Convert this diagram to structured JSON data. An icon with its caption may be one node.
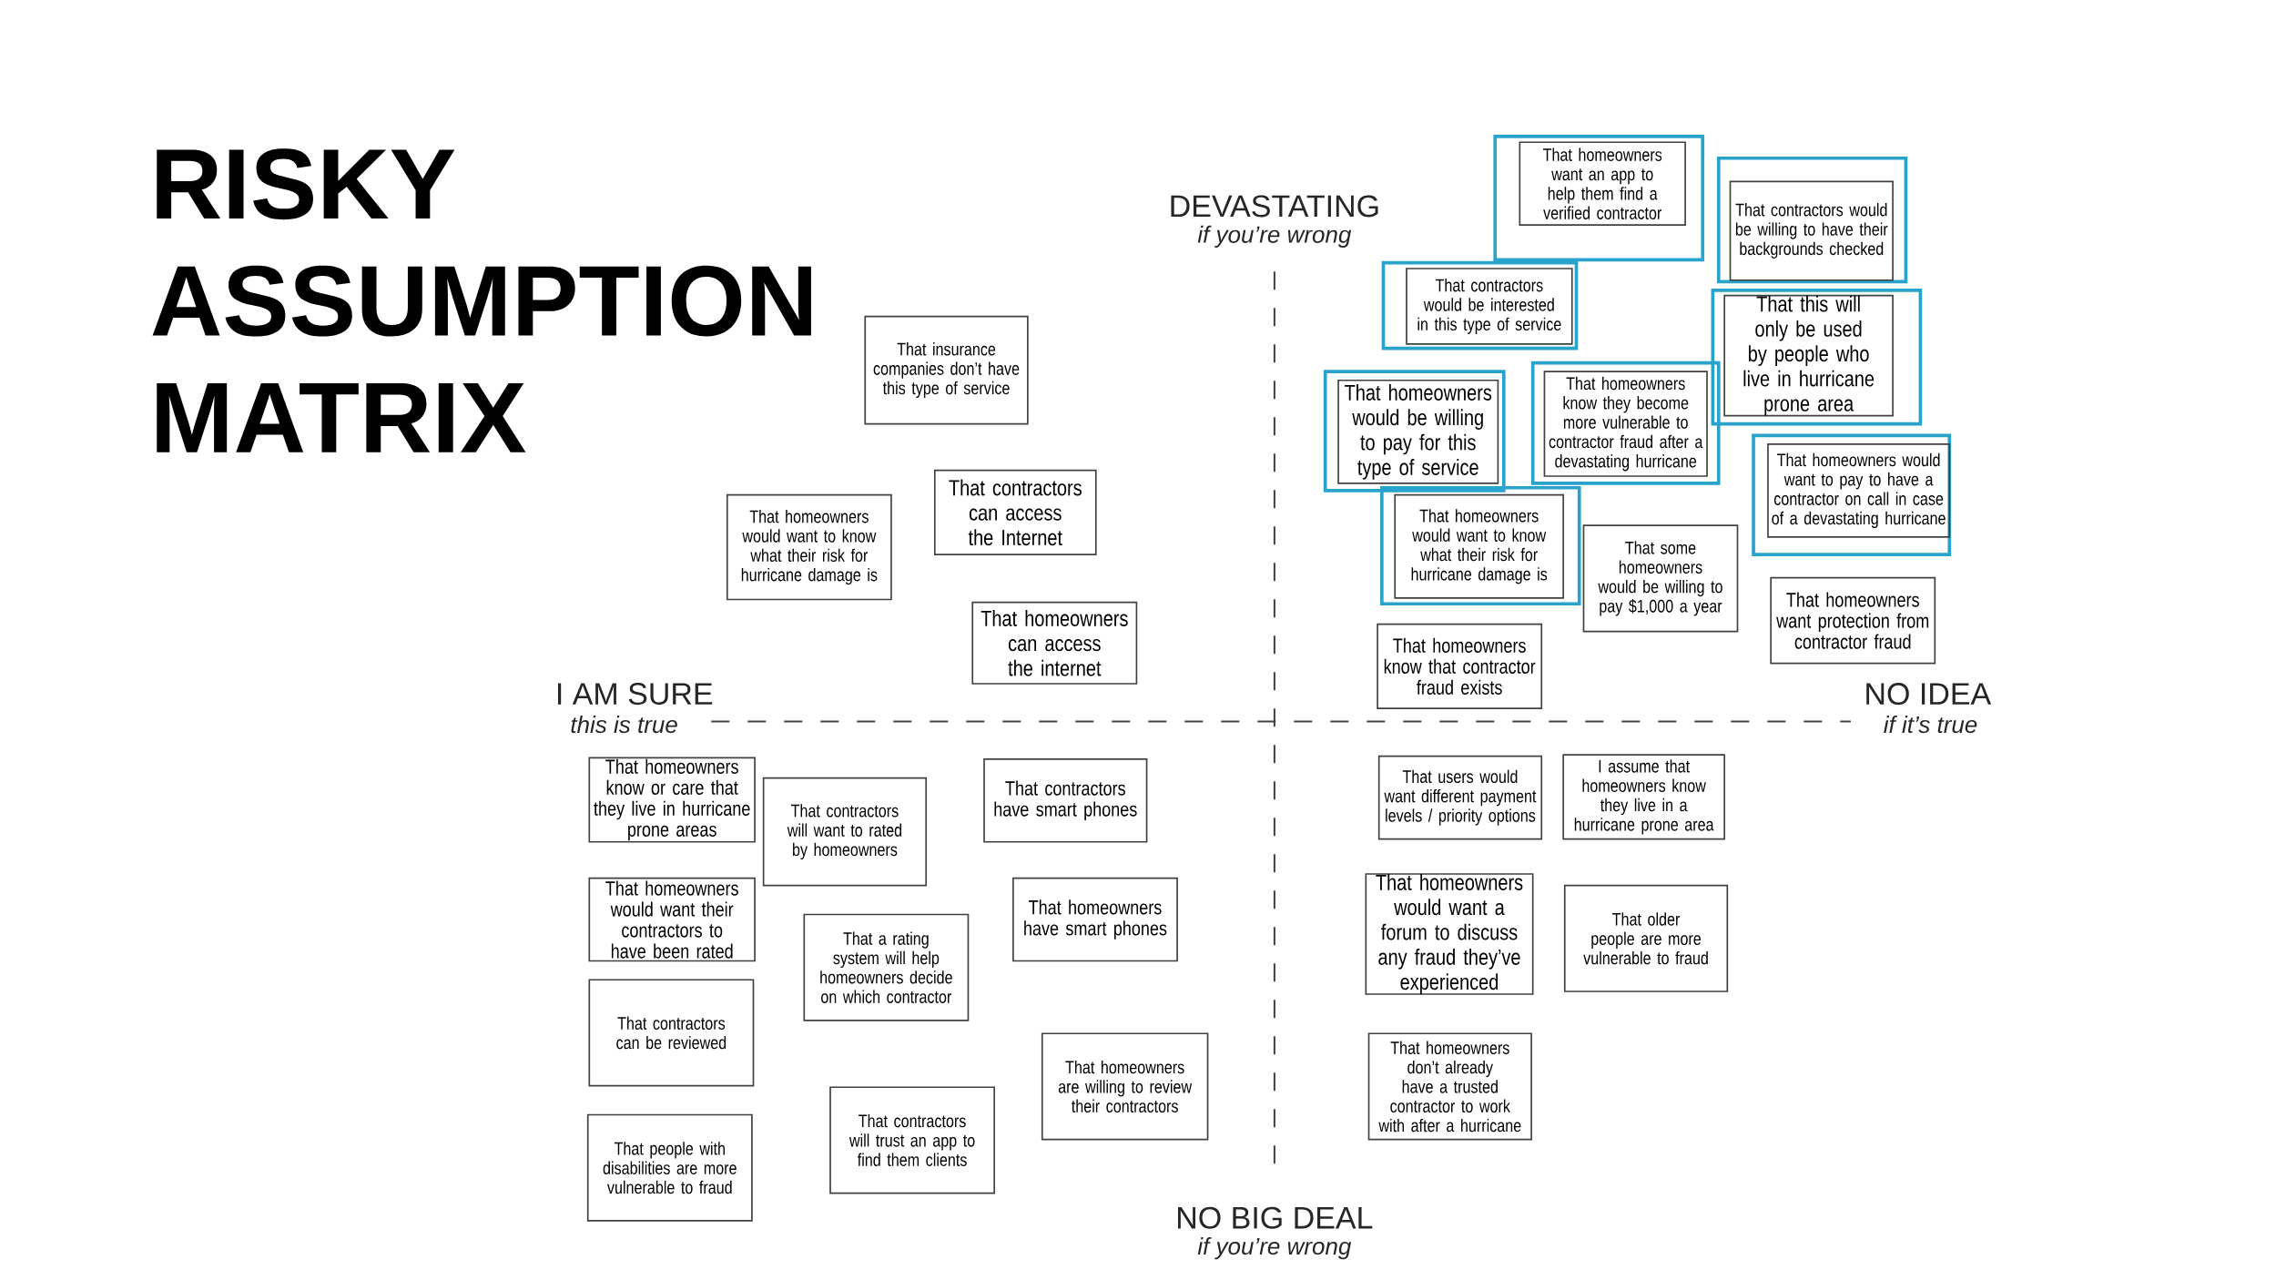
{
  "diagram": {
    "title": "RISKY ASSUMPTION MATRIX",
    "nodes": [
      {
        "text": [
          "That insurance companies don’t have this type of service"
        ]
      },
      {
        "text": [
          "That contractors can access the Internet"
        ]
      },
      {
        "text": [
          "That homeowners would want to know what their risk for hurricane damage is"
        ]
      },
      {
        "text": [
          "That homeowners can access the internet"
        ]
      },
      {
        "text": [],
        "shape": "box"
      },
      {
        "text": [
          "That homeowners want an app to help them find a verified contractor"
        ],
        "in": 4
      },
      {
        "text": [],
        "shape": "box"
      },
      {
        "text": [
          "That contractors would be willing to have their backgrounds checked"
        ],
        "in": 6
      },
      {
        "text": [],
        "shape": "box"
      },
      {
        "text": [
          "That contractors would be interested in this type of service"
        ],
        "in": 8
      },
      {
        "text": [],
        "shape": "box"
      },
      {
        "text": [
          "That this will only be used by people who live in hurricane prone area"
        ],
        "in": 10
      },
      {
        "text": [],
        "shape": "box"
      },
      {
        "text": [
          "That homeowners would be willing to pay for this type of service"
        ],
        "in": 12
      },
      {
        "text": [],
        "shape": "box"
      },
      {
        "text": [
          "That homeowners know they become more vulnerable to contractor fraud after a devastating hurricane"
        ],
        "in": 14
      },
      {
        "text": [],
        "shape": "box"
      },
      {
        "text": [
          "That homeowners would want to pay to have a contractor on call in case of a devastating hurricane"
        ],
        "in": 16
      },
      {
        "text": [],
        "shape": "box"
      },
      {
        "text": [
          "That homeowners would want to know what their risk for hurricane damage is"
        ],
        "in": 18
      },
      {
        "text": [
          "That some homeowners would be willing to pay $1,000 a year"
        ]
      },
      {
        "text": [
          "That homeowners want protection from contractor fraud"
        ]
      },
      {
        "text": [
          "That homeowners know that contractor fraud exists"
        ]
      },
      {
        "text": [
          "That homeowners know or care that they live in hurricane prone areas"
        ]
      },
      {
        "text": [
          "That contractors will want to rated by homeowners"
        ]
      },
      {
        "text": [
          "That contractors have smart phones"
        ]
      },
      {
        "text": [
          "That homeowners would want their contractors to have been rated"
        ]
      },
      {
        "text": [
          "That a rating system will help homeowners decide on which contractor"
        ]
      },
      {
        "text": [
          "That homeowners have smart phones"
        ]
      },
      {
        "text": [
          "That contractors can be reviewed"
        ]
      },
      {
        "text": [
          "That homeowners are willing to review their contractors"
        ]
      },
      {
        "text": [
          "That people with disabilities are more vulnerable to fraud"
        ]
      },
      {
        "text": [
          "That contractors will trust an app to find them clients"
        ]
      },
      {
        "text": [
          "That users would want different payment levels / priority options"
        ]
      },
      {
        "text": [
          "I assume that homeowners know they live in a hurricane prone area"
        ]
      },
      {
        "text": [
          "That homeowners would want a forum to discuss any fraud they’ve experienced"
        ]
      },
      {
        "text": [
          "That older people are more vulnerable to fraud"
        ]
      },
      {
        "text": [
          "That homeowners don’t already have a trusted contractor to work with after a hurricane"
        ]
      }
    ],
    "labels": [
      "DEVASTATING",
      "if you’re wrong",
      "I AM SURE",
      "this is true",
      "NO IDEA",
      "if it’s true",
      "NO BIG DEAL",
      "if you’re wrong"
    ]
  }
}
